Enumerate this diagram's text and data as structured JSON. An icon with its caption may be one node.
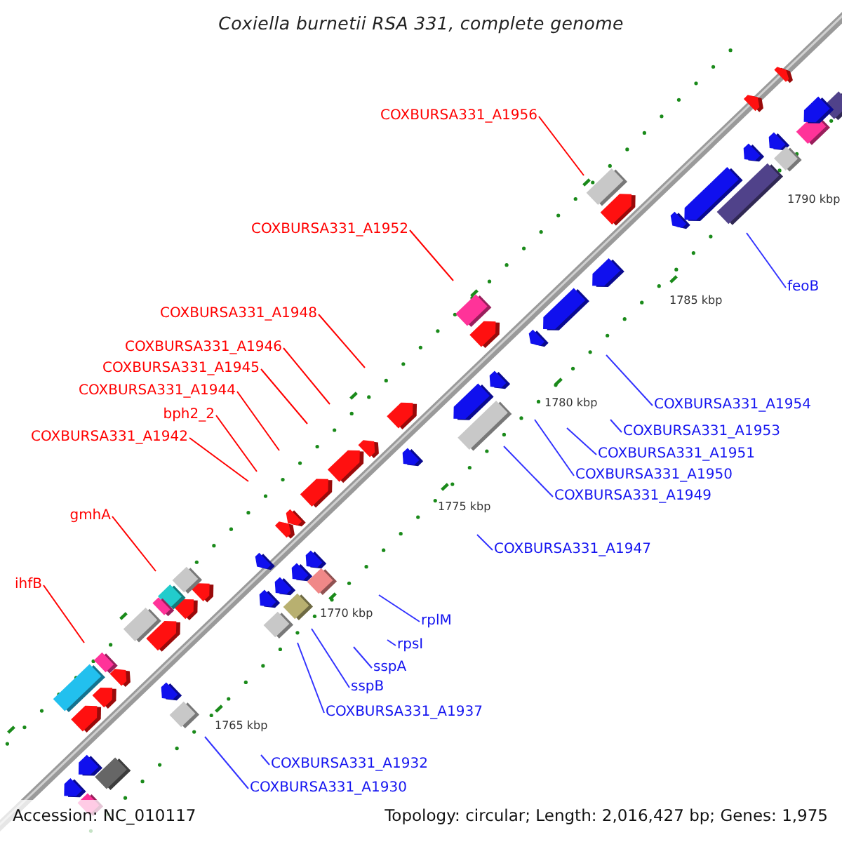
{
  "diagram": {
    "title": "Coxiella burnetii RSA 331, complete genome",
    "nodes": [
      {
        "text": [
          "COXBURSA331_A1956"
        ]
      },
      {
        "text": [
          "COXBURSA331_A1952"
        ]
      },
      {
        "text": [
          "feoB"
        ]
      },
      {
        "text": [
          "COXBURSA331_A1948"
        ]
      },
      {
        "text": [
          "COXBURSA331_A1946"
        ]
      },
      {
        "text": [
          "COXBURSA331_A1945"
        ]
      },
      {
        "text": [
          "COXBURSA331_A1944"
        ]
      },
      {
        "text": [
          "COXBURSA331_A1954"
        ]
      },
      {
        "text": [
          "bph2_2"
        ]
      },
      {
        "text": [
          "COXBURSA331_A1953"
        ]
      },
      {
        "text": [
          "COXBURSA331_A1942"
        ]
      },
      {
        "text": [
          "COXBURSA331_A1951"
        ]
      },
      {
        "text": [
          "COXBURSA331_A1950"
        ]
      },
      {
        "text": [
          "COXBURSA331_A1949"
        ]
      },
      {
        "text": [
          "gmhA"
        ]
      },
      {
        "text": [
          "COXBURSA331_A1947"
        ]
      },
      {
        "text": [
          "ihfB"
        ]
      },
      {
        "text": [
          "rplM"
        ]
      },
      {
        "text": [
          "rpsI"
        ]
      },
      {
        "text": [
          "sspA"
        ]
      },
      {
        "text": [
          "sspB"
        ]
      },
      {
        "text": [
          "COXBURSA331_A1937"
        ]
      },
      {
        "text": [
          "COXBURSA331_A1932"
        ]
      },
      {
        "text": [
          "COXBURSA331_A1930"
        ]
      }
    ],
    "edges": [
      {
        "from": 0,
        "to": null,
        "arrow": "none",
        "color": "#ff0000"
      },
      {
        "from": 1,
        "to": null,
        "arrow": "none",
        "color": "#ff0000"
      },
      {
        "from": 2,
        "to": null,
        "arrow": "none"
      },
      {
        "from": 3,
        "to": null,
        "arrow": "none",
        "color": "#ff0000"
      },
      {
        "from": 4,
        "to": null,
        "arrow": "none",
        "color": "#ff0000"
      },
      {
        "from": 5,
        "to": null,
        "arrow": "none",
        "color": "#ff0000"
      },
      {
        "from": 6,
        "to": null,
        "arrow": "none",
        "color": "#ff0000"
      },
      {
        "from": 7,
        "to": null,
        "arrow": "none"
      },
      {
        "from": 8,
        "to": null,
        "arrow": "none",
        "color": "#ff0000"
      },
      {
        "from": 9,
        "to": null,
        "arrow": "none"
      },
      {
        "from": 10,
        "to": null,
        "arrow": "none",
        "color": "#ff0000"
      },
      {
        "from": 11,
        "to": null,
        "arrow": "none"
      },
      {
        "from": 12,
        "to": null,
        "arrow": "none"
      },
      {
        "from": 13,
        "to": null,
        "arrow": "none"
      },
      {
        "from": 14,
        "to": null,
        "arrow": "none",
        "color": "#ff0000"
      },
      {
        "from": 15,
        "to": null,
        "arrow": "none"
      },
      {
        "from": 16,
        "to": null,
        "arrow": "none",
        "color": "#ff0000"
      },
      {
        "from": 17,
        "to": null,
        "arrow": "none"
      },
      {
        "from": 18,
        "to": null,
        "arrow": "none"
      },
      {
        "from": 19,
        "to": null,
        "arrow": "none"
      },
      {
        "from": 20,
        "to": null,
        "arrow": "none"
      },
      {
        "from": 21,
        "to": null,
        "arrow": "none"
      },
      {
        "from": 22,
        "to": null,
        "arrow": "none"
      },
      {
        "from": 23,
        "to": null,
        "arrow": "none"
      }
    ],
    "labels": [
      "1790 kbp",
      "1785 kbp",
      "1780 kbp",
      "1775 kbp",
      "1770 kbp",
      "1765 kbp",
      "Accession: NC_010117",
      "Topology: circular; Length: 2,016,427 bp; Genes: 1,975"
    ]
  }
}
